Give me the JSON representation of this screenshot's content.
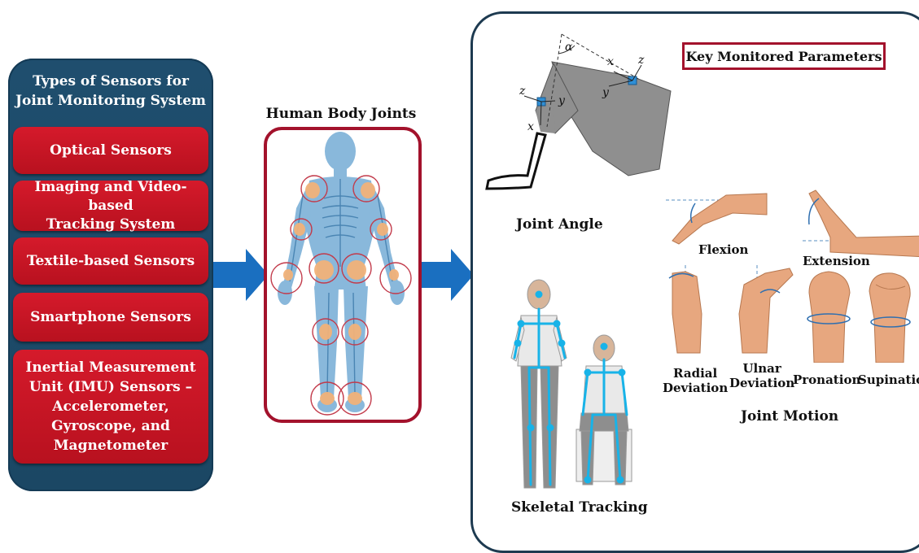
{
  "sensor_panel": {
    "title_line1": "Types of Sensors for",
    "title_line2": "Joint Monitoring System",
    "sensors": [
      {
        "line1": "Optical Sensors"
      },
      {
        "line1": "Imaging and Video-based",
        "line2": "Tracking System"
      },
      {
        "line1": "Textile-based Sensors"
      },
      {
        "line1": "Smartphone Sensors"
      },
      {
        "line1": "Inertial Measurement",
        "line2": "Unit (IMU) Sensors –",
        "line3": "Accelerometer,",
        "line4": "Gyroscope, and",
        "line5": "Magnetometer"
      }
    ]
  },
  "body_panel": {
    "title": "Human Body Joints"
  },
  "parameters_panel": {
    "key_label": "Key Monitored Parameters",
    "joint_angle": {
      "label": "Joint Angle",
      "axis_alpha": "α",
      "axis_x": "x",
      "axis_y": "y",
      "axis_z": "z"
    },
    "skeletal_tracking": {
      "label": "Skeletal Tracking"
    },
    "joint_motion": {
      "label": "Joint Motion",
      "motions": {
        "flexion": "Flexion",
        "extension": "Extension",
        "radial_line1": "Radial",
        "radial_line2": "Deviation",
        "ulnar_line1": "Ulnar",
        "ulnar_line2": "Deviation",
        "pronation": "Pronation",
        "supination": "Supination"
      }
    }
  },
  "colors": {
    "panel_blue": "#1f4e6e",
    "sensor_red": "#c8162a",
    "frame_maroon": "#a3122c",
    "arrow_blue": "#1a6fc0",
    "skeleton_cyan": "#18b3e8",
    "body_blue": "#7fb2d8",
    "joint_orange": "#f2b27a",
    "skin": "#e7a77f"
  }
}
